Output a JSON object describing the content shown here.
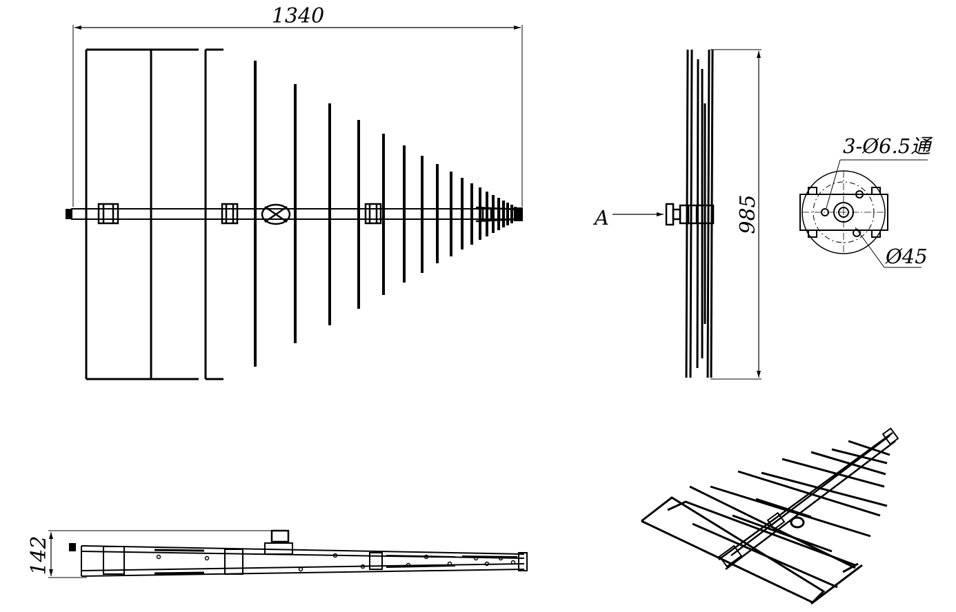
{
  "drawing": {
    "front_view": {
      "overall_length": "1340"
    },
    "side_view": {
      "height": "985",
      "view_label": "A"
    },
    "end_view": {
      "hole_callout": "3-Ø6.5通",
      "diameter_callout": "Ø45"
    },
    "bottom_view": {
      "height": "142"
    }
  },
  "colors": {
    "line": "#000000",
    "background": "#ffffff"
  }
}
